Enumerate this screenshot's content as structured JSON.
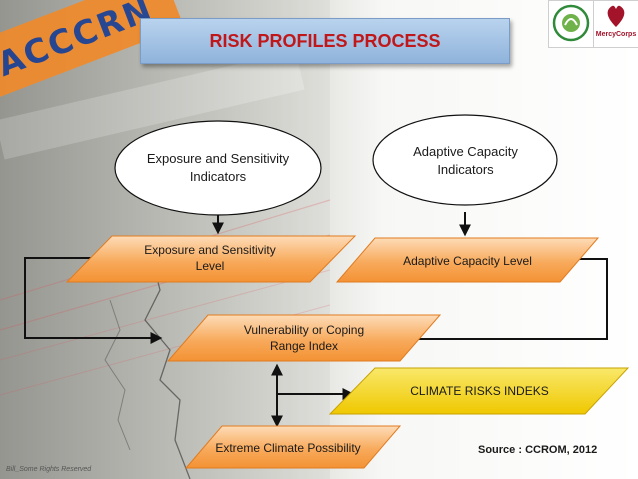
{
  "title": "RISK PROFILES PROCESS",
  "brand": {
    "banner_text": "ACCCRN",
    "logo_right_text": "MercyCorps"
  },
  "ovals": [
    {
      "id": "exposure",
      "lines": [
        "Exposure and Sensitivity",
        "Indicators"
      ]
    },
    {
      "id": "adaptive",
      "lines": [
        "Adaptive Capacity",
        "Indicators"
      ]
    }
  ],
  "boxes": [
    {
      "id": "exposure-level",
      "lines": [
        "Exposure and Sensitivity",
        "Level"
      ]
    },
    {
      "id": "adaptive-level",
      "lines": [
        "Adaptive Capacity Level"
      ]
    },
    {
      "id": "vulnerability",
      "lines": [
        "Vulnerability or Coping",
        "Range Index"
      ]
    },
    {
      "id": "climate-risks",
      "lines": [
        "CLIMATE RISKS INDEKS"
      ]
    },
    {
      "id": "extreme-climate",
      "lines": [
        "Extreme Climate Possibility"
      ]
    }
  ],
  "source": "Source : CCROM, 2012",
  "watermark": "Bill_Some Rights Reserved",
  "colors": {
    "title_text": "#c0181a",
    "box_orange": "#f59b3e",
    "box_yellow": "#f4d10c",
    "banner": "#f08a2a",
    "banner_text": "#1d3f91"
  }
}
